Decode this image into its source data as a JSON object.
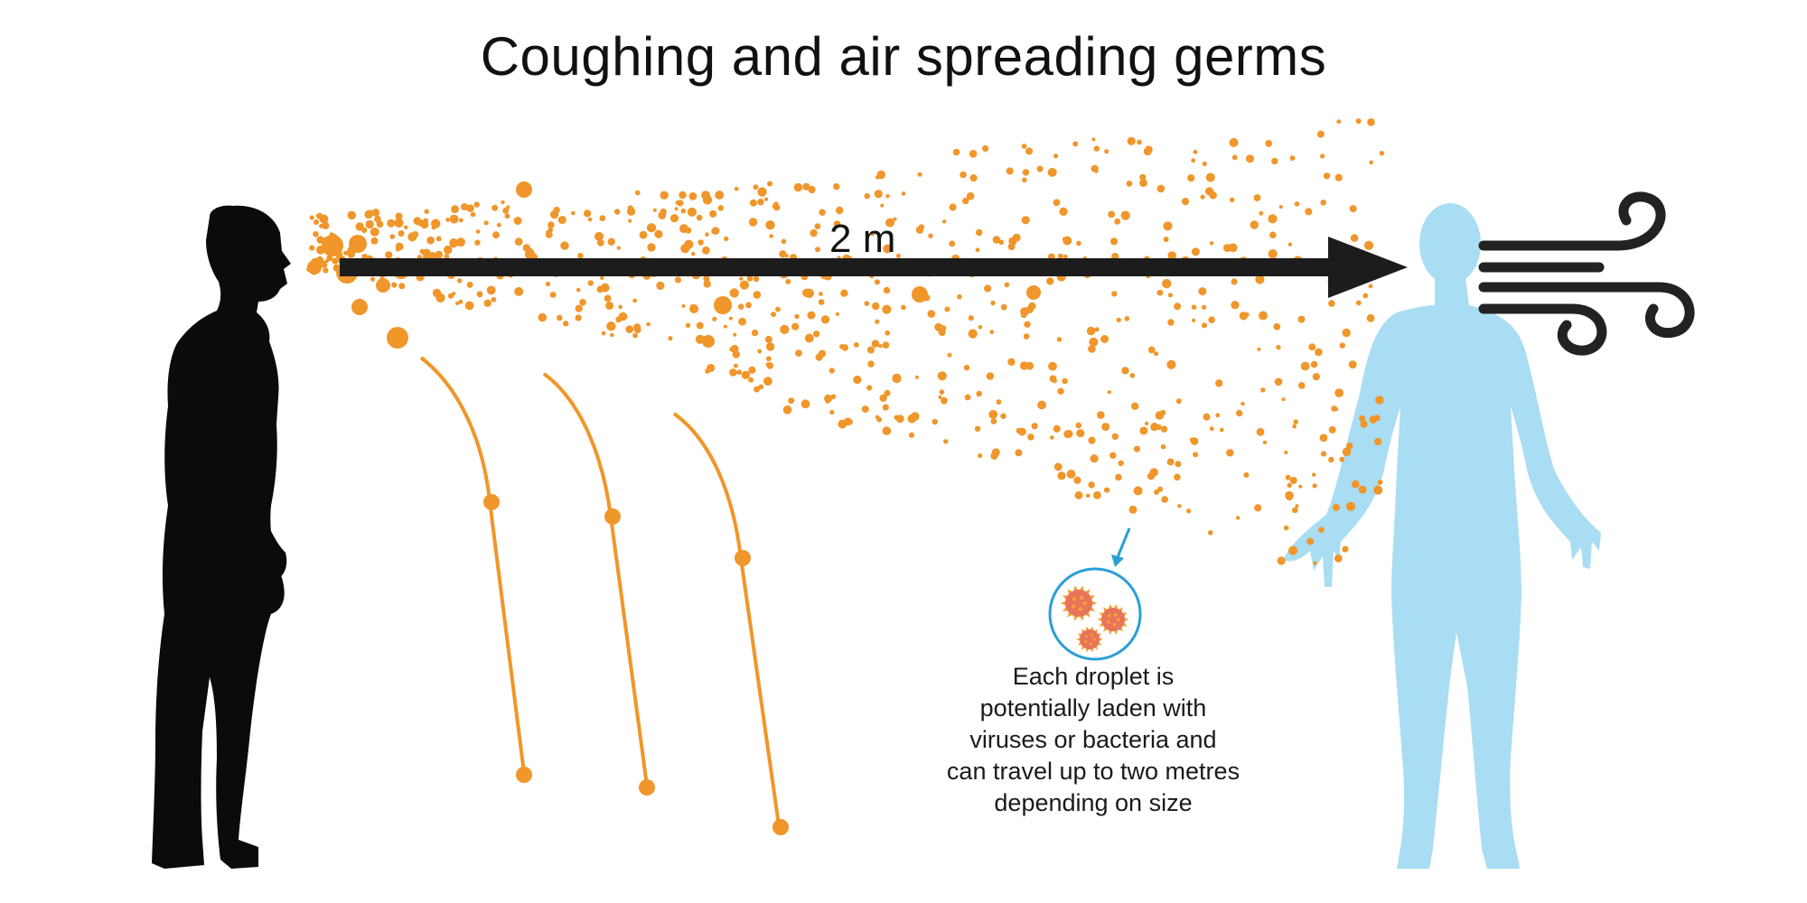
{
  "title": "Coughing and air spreading germs",
  "distance_label": "2 m",
  "caption_lines": [
    "Each droplet is",
    "potentially laden with",
    "viruses or bacteria and",
    "can travel up to two metres",
    "depending on size"
  ],
  "colors": {
    "droplet": "#f0962a",
    "silhouette": "#0b0b0b",
    "receiver": "#a9ddf3",
    "arrow": "#1c1c1c",
    "wind": "#222222",
    "callout": "#2a9fd6",
    "germ": "#e8745a",
    "germ_spike": "#f1a534"
  },
  "icons": [
    "coughing-person-silhouette",
    "receiving-person-silhouette",
    "wind-icon",
    "germ-magnifier-icon"
  ]
}
